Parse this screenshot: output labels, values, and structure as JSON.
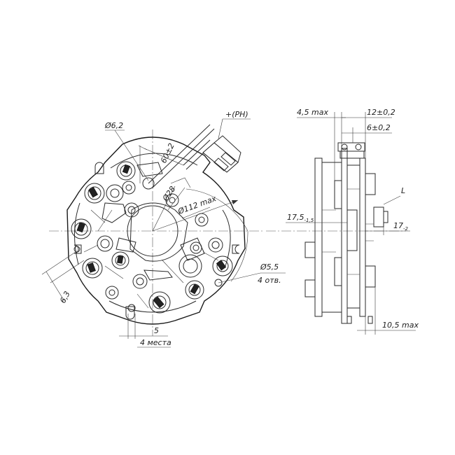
{
  "labels": {
    "phi62": "Ø6,2",
    "plus_ph": "+(PH)",
    "d60": "60±2",
    "phi28": "Ø28",
    "phi112": "Ø112 max",
    "phi55": "Ø5,5",
    "holes4": "4 отв.",
    "d63": "6,3",
    "d5": "5",
    "places4": "4 места",
    "d45": "4,5 max",
    "d12": "12±0,2",
    "d6": "6±0,2",
    "d175": "17,5",
    "d175_tol": "-1,5",
    "d17": "17",
    "d17_tol": "-2",
    "letterL": "L",
    "d105": "10,5 max"
  }
}
